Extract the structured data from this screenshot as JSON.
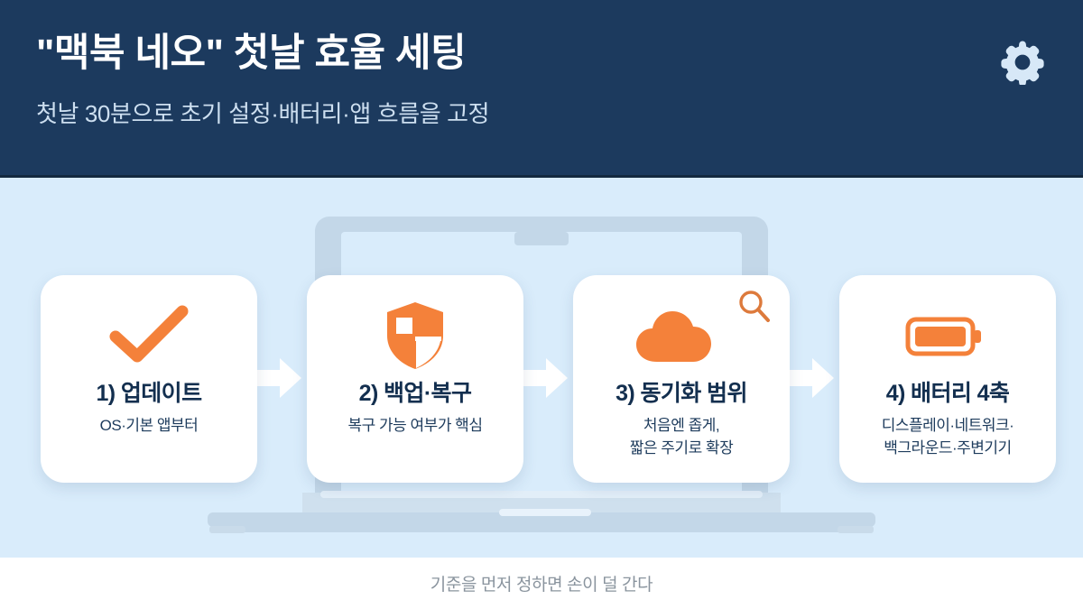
{
  "header": {
    "title": "\"맥북 네오\" 첫날 효율 세팅",
    "subtitle": "첫날 30분으로 초기 설정·배터리·앱 흐름을 고정",
    "icon": "gear-icon",
    "background_color": "#1c3a5e",
    "title_color": "#ffffff",
    "subtitle_color": "#cddff0",
    "icon_color": "#d7e8f7"
  },
  "panel": {
    "background_color": "#d9ecfb",
    "watermark": "laptop-outline",
    "watermark_color": "#c3d7e8"
  },
  "accent_color": "#f4813a",
  "cards": [
    {
      "icon": "check-icon",
      "title": "1) 업데이트",
      "subtitle": "OS·기본 앱부터",
      "corner_icon": ""
    },
    {
      "icon": "shield-icon",
      "title": "2) 백업·복구",
      "subtitle": "복구 가능 여부가 핵심",
      "corner_icon": ""
    },
    {
      "icon": "cloud-icon",
      "title": "3) 동기화 범위",
      "subtitle": "처음엔 좁게,\n짧은 주기로 확장",
      "corner_icon": "search-icon"
    },
    {
      "icon": "battery-icon",
      "title": "4) 배터리 4축",
      "subtitle": "디스플레이·네트워크·\n백그라운드·주변기기",
      "corner_icon": ""
    }
  ],
  "arrows": {
    "glyph": "arrow-right-icon",
    "count": 3,
    "color": "#ffffff"
  },
  "footer": {
    "note": "기준을 먼저 정하면 손이 덜 간다",
    "background_color": "#ffffff",
    "text_color": "#8a949e"
  }
}
